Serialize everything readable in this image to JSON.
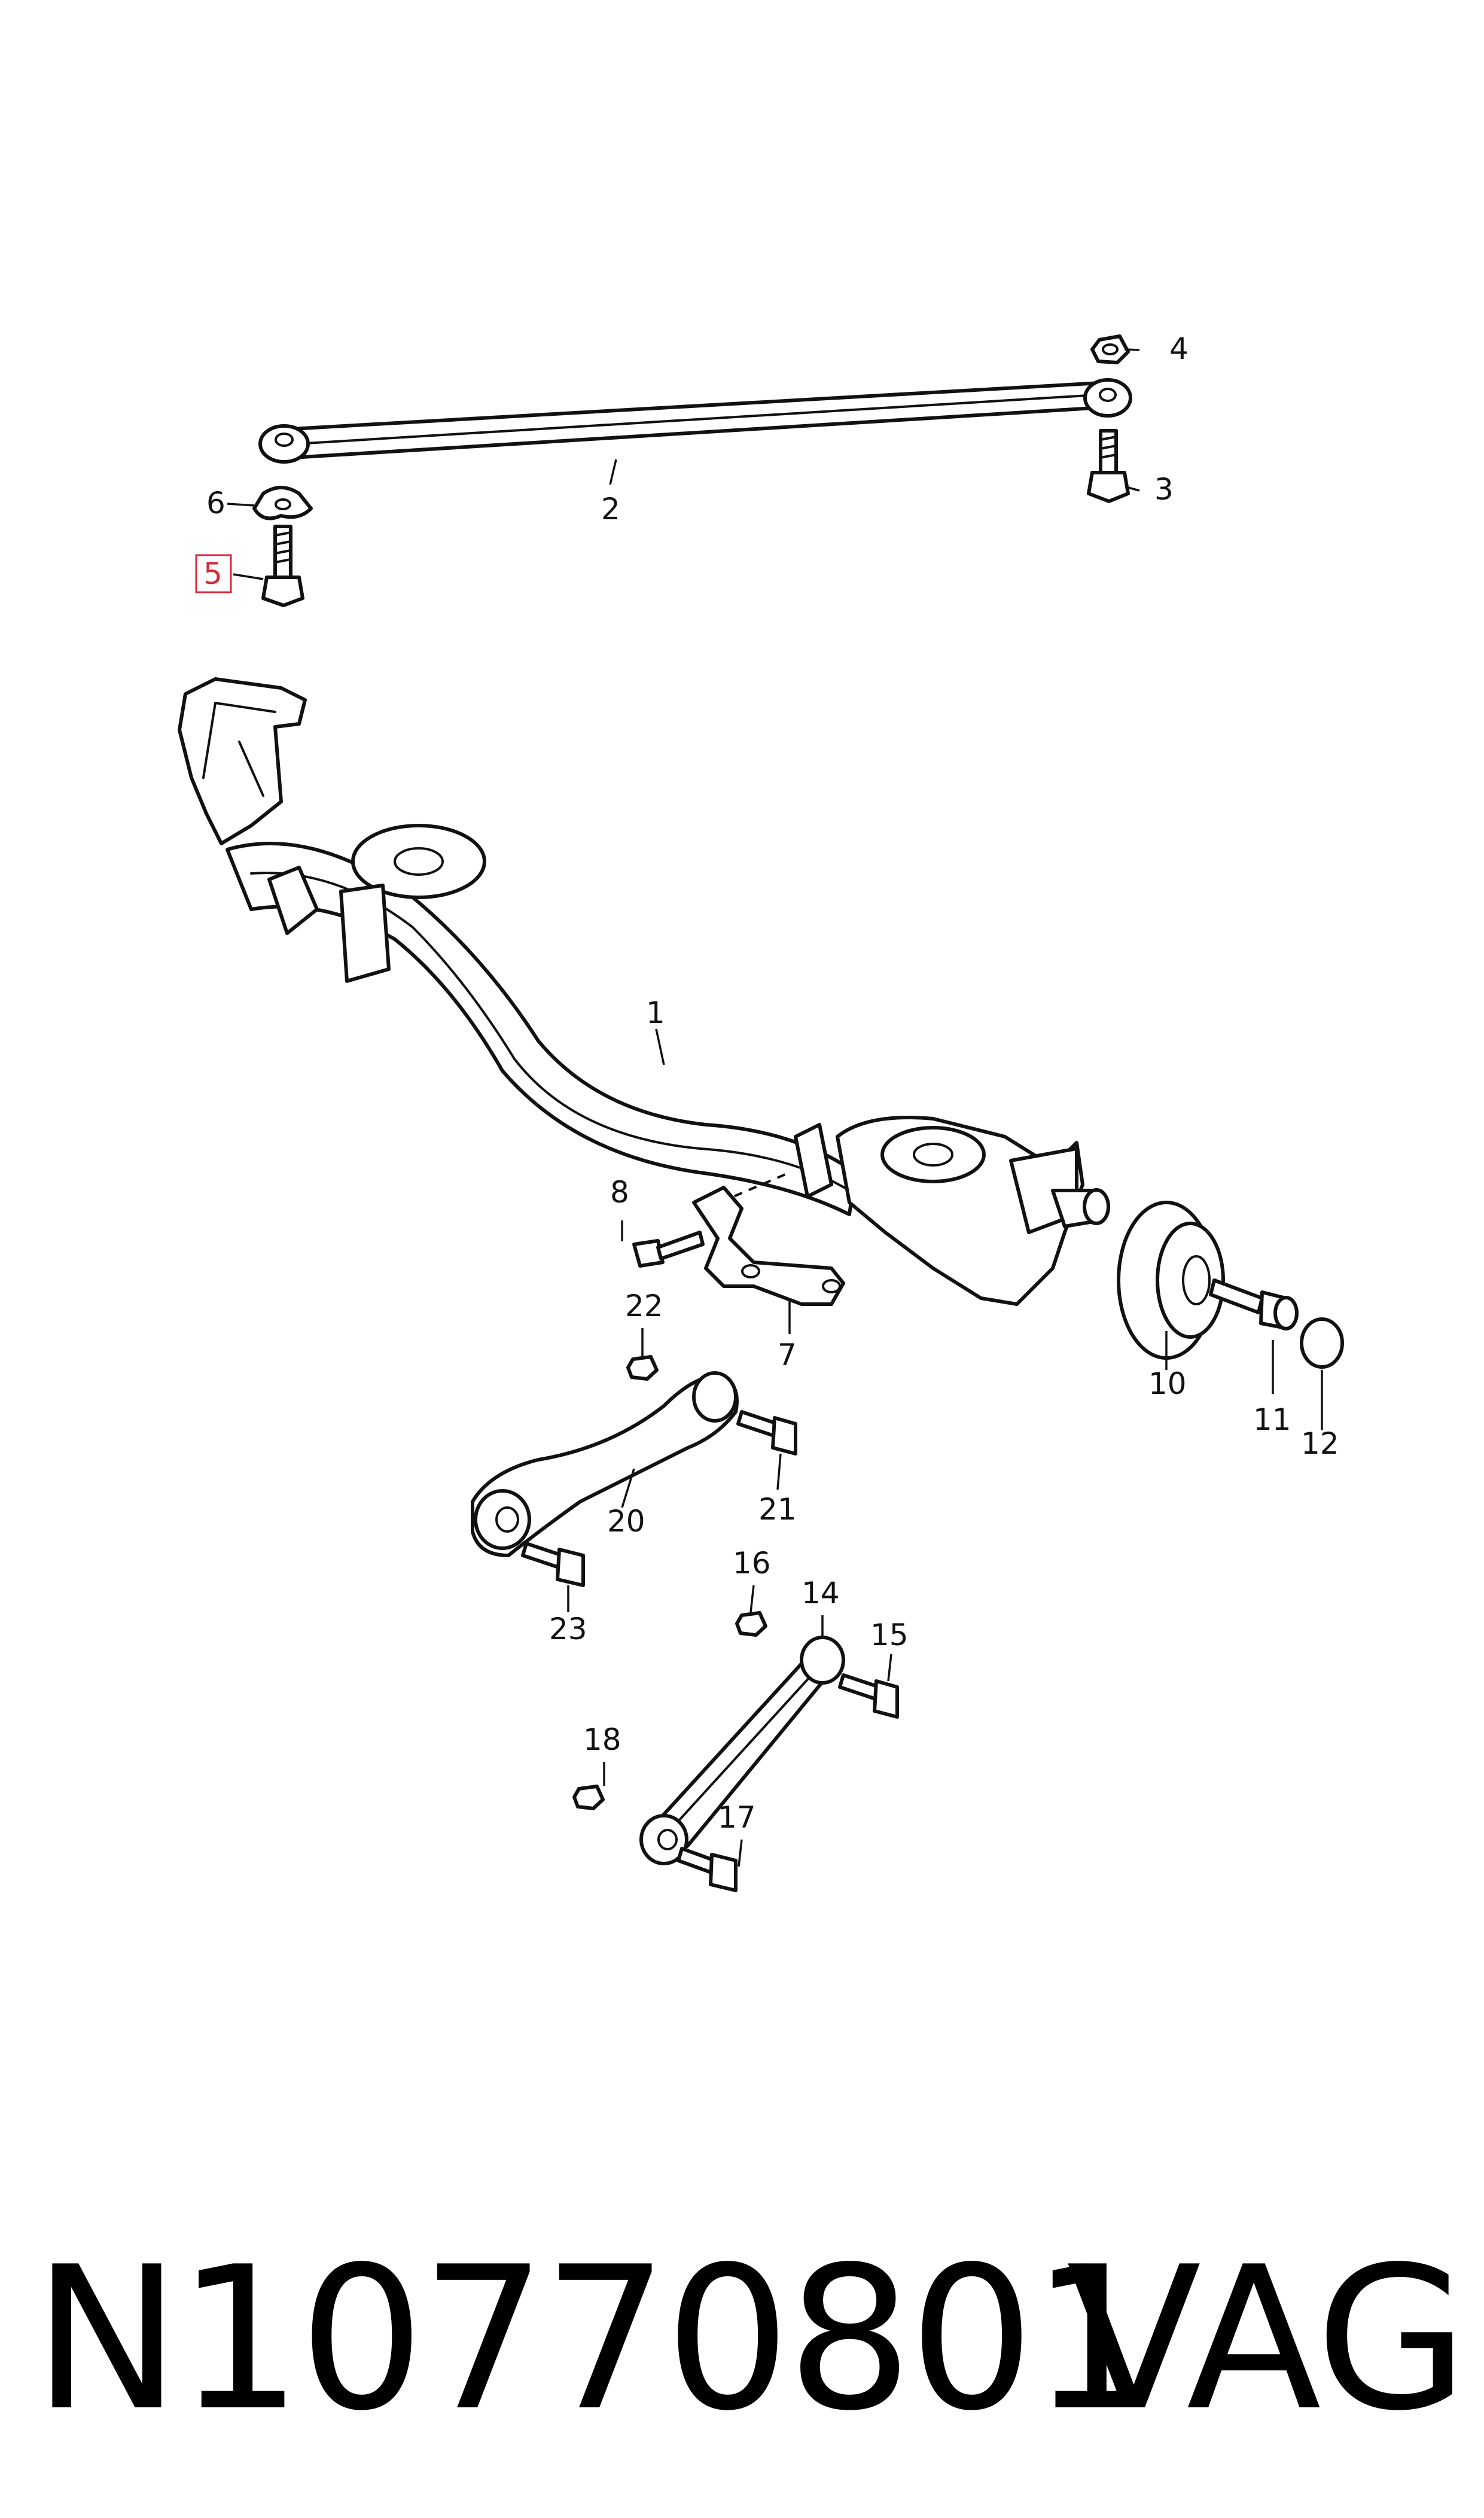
{
  "diagram": {
    "callouts": [
      "1",
      "2",
      "3",
      "4",
      "5",
      "6",
      "7",
      "8",
      "10",
      "11",
      "12",
      "14",
      "15",
      "16",
      "17",
      "18",
      "20",
      "21",
      "22",
      "23"
    ],
    "highlighted_callout": "5",
    "highlight_color": "#d62b3a"
  },
  "footer": {
    "part_number": "N10770801",
    "brand": "VAG"
  }
}
